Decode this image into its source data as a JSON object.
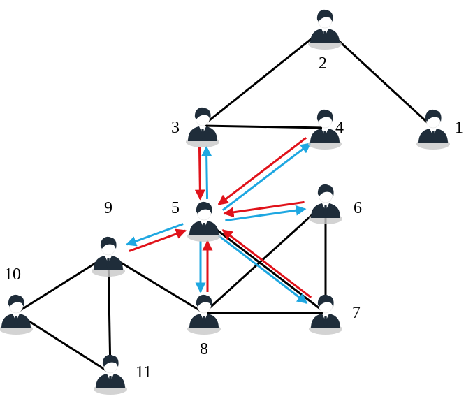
{
  "colors": {
    "edge": "#000000",
    "red_arrow": "#e0121a",
    "blue_arrow": "#1ea7e1",
    "person_shadow": "#c8c8c8",
    "person_dark": "#1f2d3a",
    "skin": "#ffffff",
    "tie": "#1f2d3a"
  },
  "nodes": [
    {
      "id": "1",
      "label": "1",
      "icon": "person-icon"
    },
    {
      "id": "2",
      "label": "2",
      "icon": "person-icon"
    },
    {
      "id": "3",
      "label": "3",
      "icon": "person-icon"
    },
    {
      "id": "4",
      "label": "4",
      "icon": "person-icon"
    },
    {
      "id": "5",
      "label": "5",
      "icon": "person-icon"
    },
    {
      "id": "6",
      "label": "6",
      "icon": "person-icon"
    },
    {
      "id": "7",
      "label": "7",
      "icon": "person-icon"
    },
    {
      "id": "8",
      "label": "8",
      "icon": "person-icon"
    },
    {
      "id": "9",
      "label": "9",
      "icon": "person-icon"
    },
    {
      "id": "10",
      "label": "10",
      "icon": "person-icon"
    },
    {
      "id": "11",
      "label": "11",
      "icon": "person-icon"
    }
  ],
  "edges": [
    [
      "2",
      "3"
    ],
    [
      "2",
      "1"
    ],
    [
      "3",
      "4"
    ],
    [
      "9",
      "10"
    ],
    [
      "9",
      "11"
    ],
    [
      "10",
      "11"
    ],
    [
      "9",
      "8"
    ],
    [
      "8",
      "7"
    ],
    [
      "8",
      "6"
    ],
    [
      "6",
      "7"
    ],
    [
      "5",
      "7"
    ]
  ],
  "message_arrows": {
    "red": [
      [
        "3",
        "5"
      ],
      [
        "4",
        "5"
      ],
      [
        "6",
        "5"
      ],
      [
        "7",
        "5"
      ],
      [
        "8",
        "5"
      ],
      [
        "9",
        "5"
      ]
    ],
    "blue": [
      [
        "5",
        "3"
      ],
      [
        "5",
        "4"
      ],
      [
        "5",
        "6"
      ],
      [
        "5",
        "7"
      ],
      [
        "5",
        "8"
      ],
      [
        "5",
        "9"
      ]
    ]
  }
}
